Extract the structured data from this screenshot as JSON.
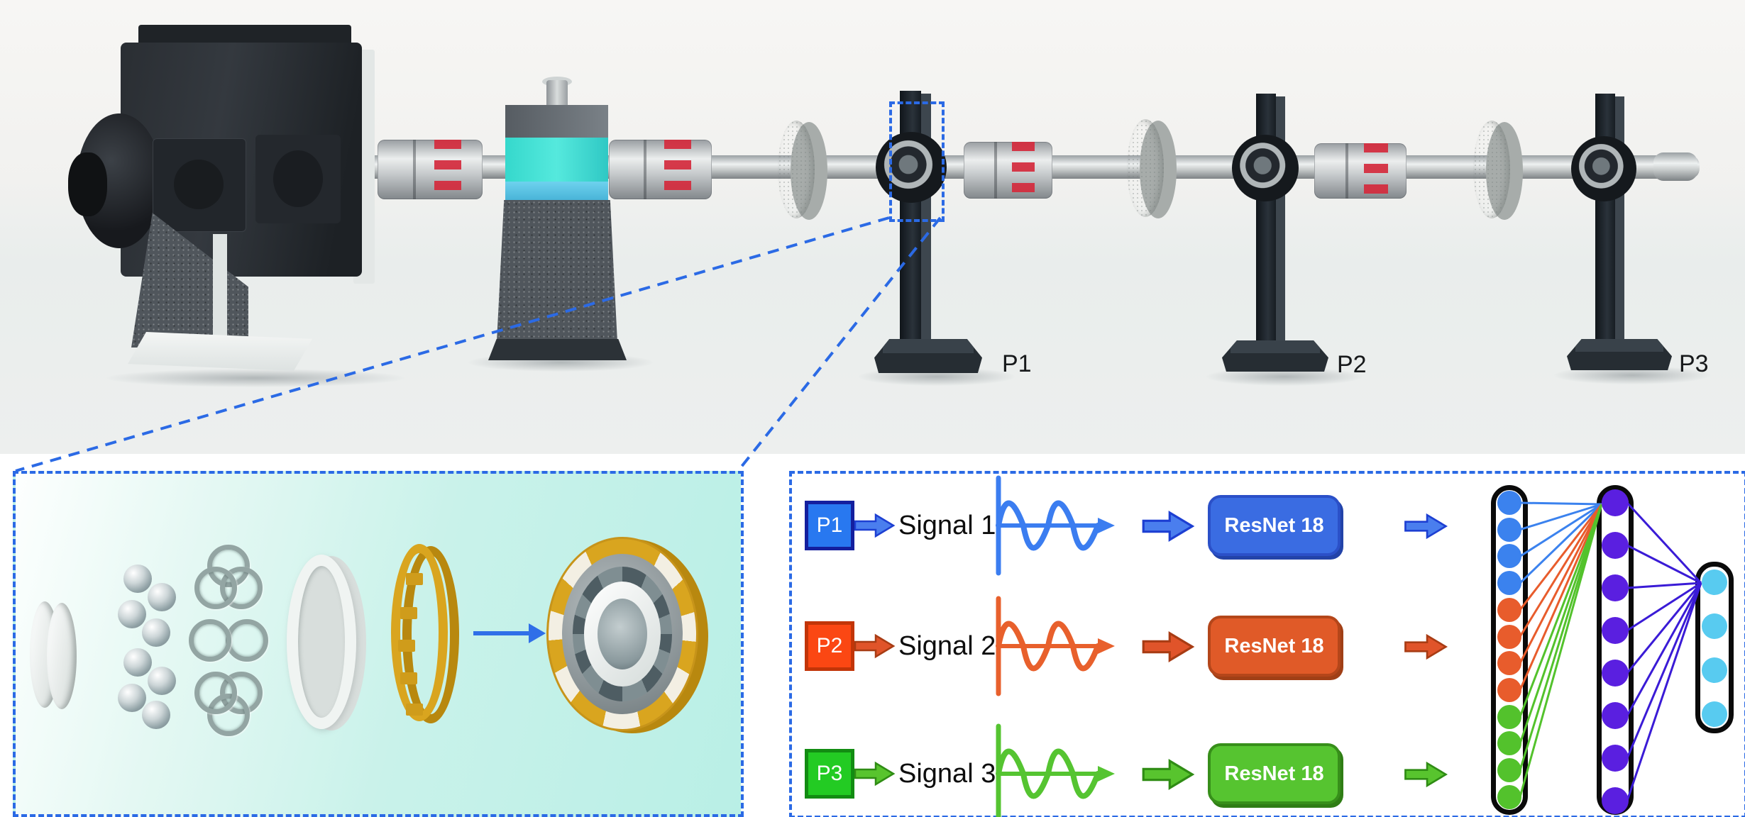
{
  "rig": {
    "pedestal_labels": [
      "P1",
      "P2",
      "P3"
    ]
  },
  "diagram": {
    "rows": [
      {
        "source_label": "P1",
        "signal_label": "Signal 1",
        "model_label": "ResNet 18",
        "fill": "#2878f0",
        "edge": "#141f9e",
        "arrow_fill": "#4a7eee",
        "arrow_edge": "#1d3fd2",
        "wave": "#3b7df0",
        "block_fill": "#3a6ce2",
        "block_edge": "#2b50c8",
        "block_shadow": "#2343a8"
      },
      {
        "source_label": "P2",
        "signal_label": "Signal 2",
        "model_label": "ResNet 18",
        "fill": "#fb4713",
        "edge": "#c23508",
        "arrow_fill": "#e0542a",
        "arrow_edge": "#a83c14",
        "wave": "#e8602c",
        "block_fill": "#e05a28",
        "block_edge": "#b4461a",
        "block_shadow": "#a03f16"
      },
      {
        "source_label": "P3",
        "signal_label": "Signal 3",
        "model_label": "ResNet 18",
        "fill": "#23cb23",
        "edge": "#128c12",
        "arrow_fill": "#58c42e",
        "arrow_edge": "#2f8c14",
        "wave": "#55c431",
        "block_fill": "#56c430",
        "block_edge": "#378f1a",
        "block_shadow": "#2f7d15"
      }
    ],
    "network": {
      "layers": [
        {
          "name": "concatenated-feature-layer",
          "nodes": [
            "#3b82ee",
            "#3b82ee",
            "#3b82ee",
            "#3b82ee",
            "#e85c2c",
            "#e85c2c",
            "#e85c2c",
            "#e85c2c",
            "#53c22c",
            "#53c22c",
            "#53c22c",
            "#53c22c"
          ]
        },
        {
          "name": "fusion-layer",
          "nodes": [
            "#5a1fe0",
            "#5a1fe0",
            "#5a1fe0",
            "#5a1fe0",
            "#5a1fe0",
            "#5a1fe0",
            "#5a1fe0",
            "#5a1fe0"
          ]
        },
        {
          "name": "output-layer",
          "nodes": [
            "#58cbf0",
            "#58cbf0",
            "#58cbf0",
            "#58cbf0"
          ]
        }
      ],
      "edge_color": "#3a1bd6"
    }
  },
  "colors": {
    "callout_dashed_blue": "#2b6ae5",
    "bearing_box_bg": "#c9f2ea",
    "bearing_gold": "#d9a51f",
    "coupling_red": "#d42a3c"
  }
}
